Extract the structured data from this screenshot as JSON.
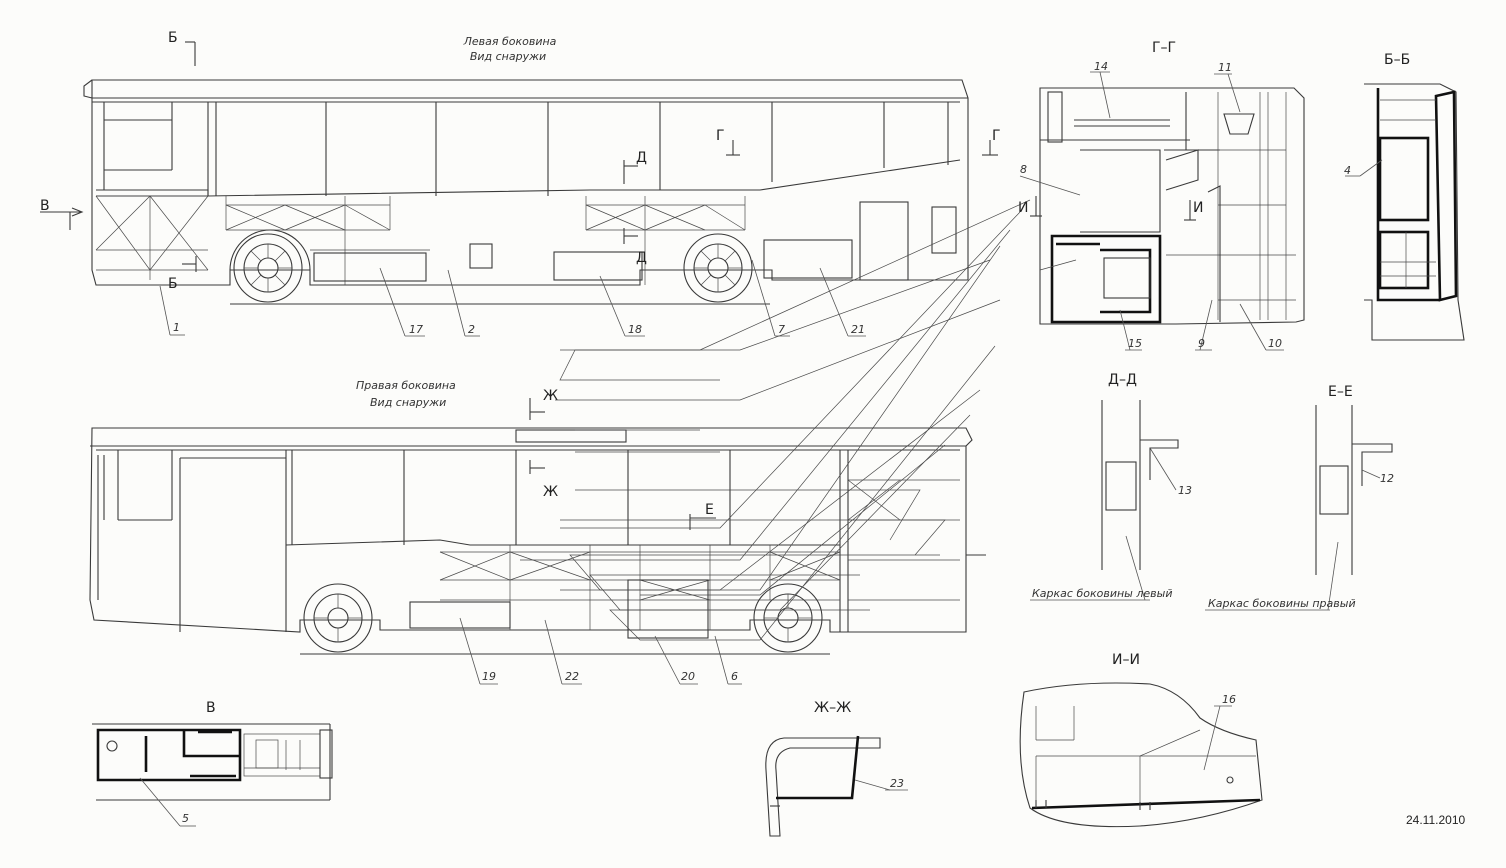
{
  "captions": {
    "left_side_line1": "Левая боковина",
    "left_side_line2": "Вид снаружи",
    "right_side_line1": "Правая боковина",
    "right_side_line2": "Вид снаружи",
    "frame_left": "Каркас боковины левый",
    "frame_right": "Каркас боковины правый"
  },
  "section_titles": {
    "g_g": "Г–Г",
    "b_b": "Б–Б",
    "d_d": "Д–Д",
    "e_e": "Е–Е",
    "v": "В",
    "zh_zh": "Ж–Ж",
    "i_i": "И–И"
  },
  "cut_marks": {
    "b": "Б",
    "v": "В",
    "g": "Г",
    "d": "Д",
    "i": "И",
    "zh": "Ж",
    "e": "Е"
  },
  "callouts": [
    "1",
    "2",
    "4",
    "5",
    "6",
    "7",
    "8",
    "9",
    "10",
    "11",
    "12",
    "13",
    "14",
    "15",
    "16",
    "17",
    "18",
    "19",
    "20",
    "21",
    "22",
    "23"
  ],
  "date": "24.11.2010"
}
